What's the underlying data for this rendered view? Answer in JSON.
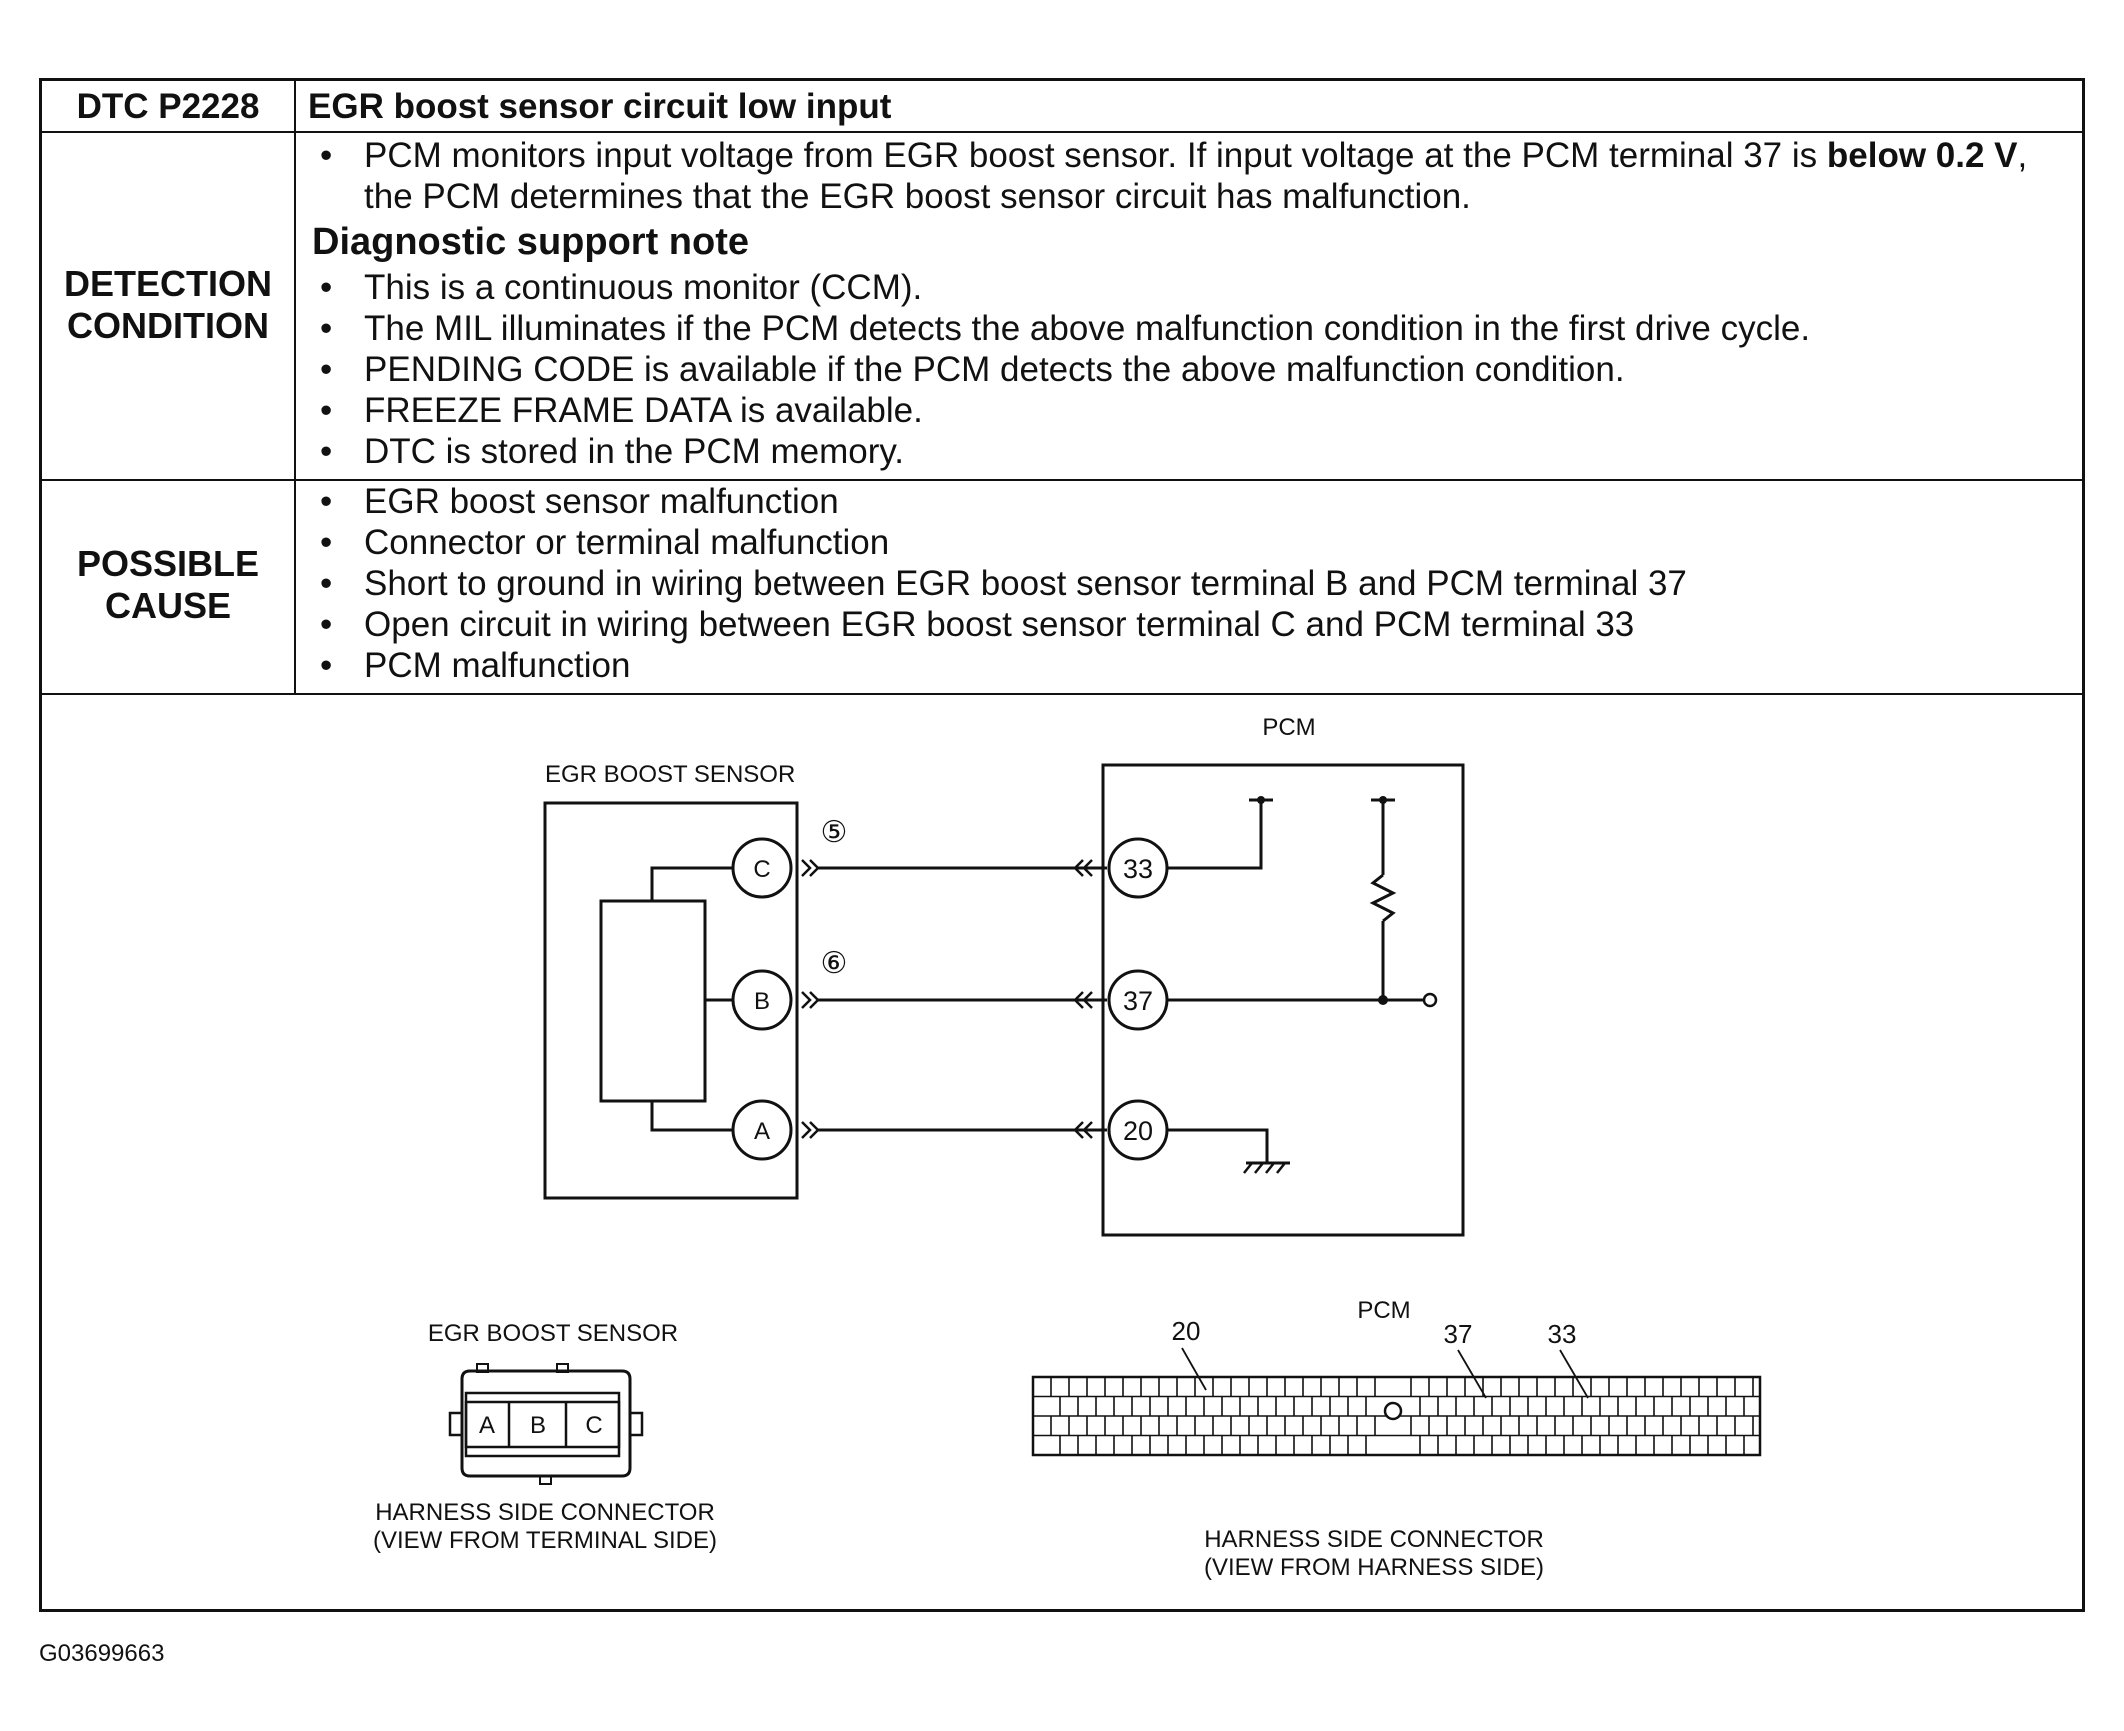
{
  "header": {
    "dtc_code": "DTC P2228",
    "dtc_title": "EGR boost sensor circuit low input"
  },
  "detection": {
    "label_line1": "DETECTION",
    "label_line2": "CONDITION",
    "monitor_line1_a": "PCM monitors input voltage from EGR boost sensor. If input voltage at the PCM terminal 37 is ",
    "monitor_line1_b": "below 0.2 V",
    "monitor_line1_c": ",",
    "monitor_line2": "the PCM determines that the EGR boost sensor circuit has malfunction.",
    "note_heading": "Diagnostic support note",
    "notes": [
      "This is a continuous monitor (CCM).",
      "The MIL illuminates if the PCM detects the above malfunction condition in the first drive cycle.",
      "PENDING CODE is available if the PCM detects the above malfunction condition.",
      "FREEZE FRAME DATA is available.",
      "DTC is stored in the PCM memory."
    ]
  },
  "possible_cause": {
    "label_line1": "POSSIBLE",
    "label_line2": "CAUSE",
    "items": [
      "EGR boost sensor malfunction",
      "Connector or terminal malfunction",
      "Short to ground in wiring between EGR boost sensor terminal B and PCM terminal 37",
      "Open circuit in wiring between EGR boost sensor terminal C and PCM terminal 33",
      "PCM malfunction"
    ]
  },
  "diagram": {
    "sensor_label": "EGR BOOST SENSOR",
    "pcm_label": "PCM",
    "sensor_terminals": {
      "c": "C",
      "b": "B",
      "a": "A"
    },
    "pcm_terminals": {
      "t33": "33",
      "t37": "37",
      "t20": "20"
    },
    "wire_markers": {
      "w5": "⑤",
      "w6": "⑥"
    },
    "sensor_connector": {
      "title": "EGR BOOST SENSOR",
      "pins": [
        "A",
        "B",
        "C"
      ],
      "caption_line1": "HARNESS SIDE CONNECTOR",
      "caption_line2": "(VIEW FROM TERMINAL SIDE)"
    },
    "pcm_connector": {
      "title": "PCM",
      "pin_labels": {
        "p20": "20",
        "p37": "37",
        "p33": "33"
      },
      "caption_line1": "HARNESS SIDE CONNECTOR",
      "caption_line2": "(VIEW FROM HARNESS SIDE)"
    }
  },
  "document_id": "G03699663"
}
